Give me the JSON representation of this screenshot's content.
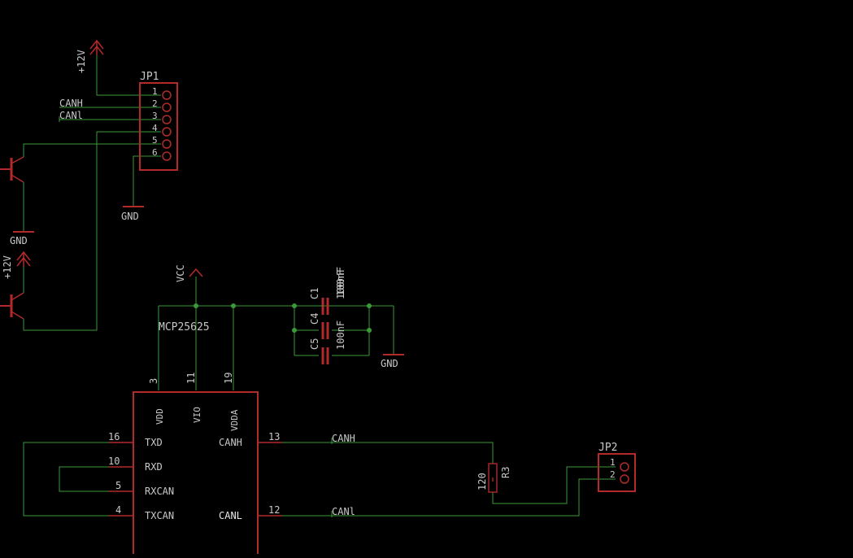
{
  "jp1": {
    "name": "JP1",
    "pins": [
      "1",
      "2",
      "3",
      "4",
      "5",
      "6"
    ],
    "net_canh": "CANH",
    "net_canl": "CANl"
  },
  "power": {
    "p12v_top": "+12V",
    "p12v_mid": "+12V",
    "gnd_jp1": "GND",
    "gnd_q1": "GND",
    "gnd_caps": "GND",
    "vcc": "VCC"
  },
  "caps": {
    "c1_name": "C1",
    "c4_name": "C4",
    "c5_name": "C5",
    "c1_value": "100nF",
    "c4_value": "100nF",
    "c5_value": "100nF"
  },
  "ic": {
    "name": "MCP25625",
    "top_pins": [
      {
        "num": "3",
        "label": "VDD"
      },
      {
        "num": "11",
        "label": "VIO"
      },
      {
        "num": "19",
        "label": "VDDA"
      }
    ],
    "left_pins": [
      {
        "num": "16",
        "label": "TXD"
      },
      {
        "num": "10",
        "label": "RXD"
      },
      {
        "num": "5",
        "label": "RXCAN"
      },
      {
        "num": "4",
        "label": "TXCAN"
      }
    ],
    "right_pins": [
      {
        "num": "13",
        "label": "CANH"
      },
      {
        "num": "12",
        "label": "CANL"
      }
    ]
  },
  "nets": {
    "canh": "CANH",
    "canl": "CANl"
  },
  "r3": {
    "name": "R3",
    "value": "120"
  },
  "jp2": {
    "name": "JP2",
    "pins": [
      "1",
      "2"
    ]
  },
  "colors": {
    "wire": "#3a9a3a",
    "part": "#b22a2a",
    "text": "#c8c8c8",
    "background": "#000000"
  }
}
